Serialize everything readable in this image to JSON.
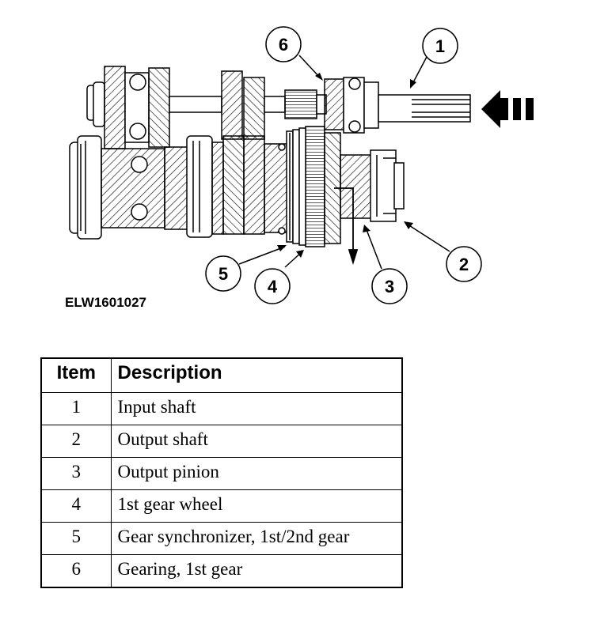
{
  "figure": {
    "code": "ELW1601027",
    "callouts": [
      "1",
      "2",
      "3",
      "4",
      "5",
      "6"
    ]
  },
  "legend": {
    "headers": {
      "item": "Item",
      "description": "Description"
    },
    "rows": [
      {
        "item": "1",
        "description": "Input shaft"
      },
      {
        "item": "2",
        "description": "Output shaft"
      },
      {
        "item": "3",
        "description": "Output pinion"
      },
      {
        "item": "4",
        "description": "1st gear wheel"
      },
      {
        "item": "5",
        "description": "Gear synchronizer, 1st/2nd gear"
      },
      {
        "item": "6",
        "description": "Gearing, 1st gear"
      }
    ]
  }
}
